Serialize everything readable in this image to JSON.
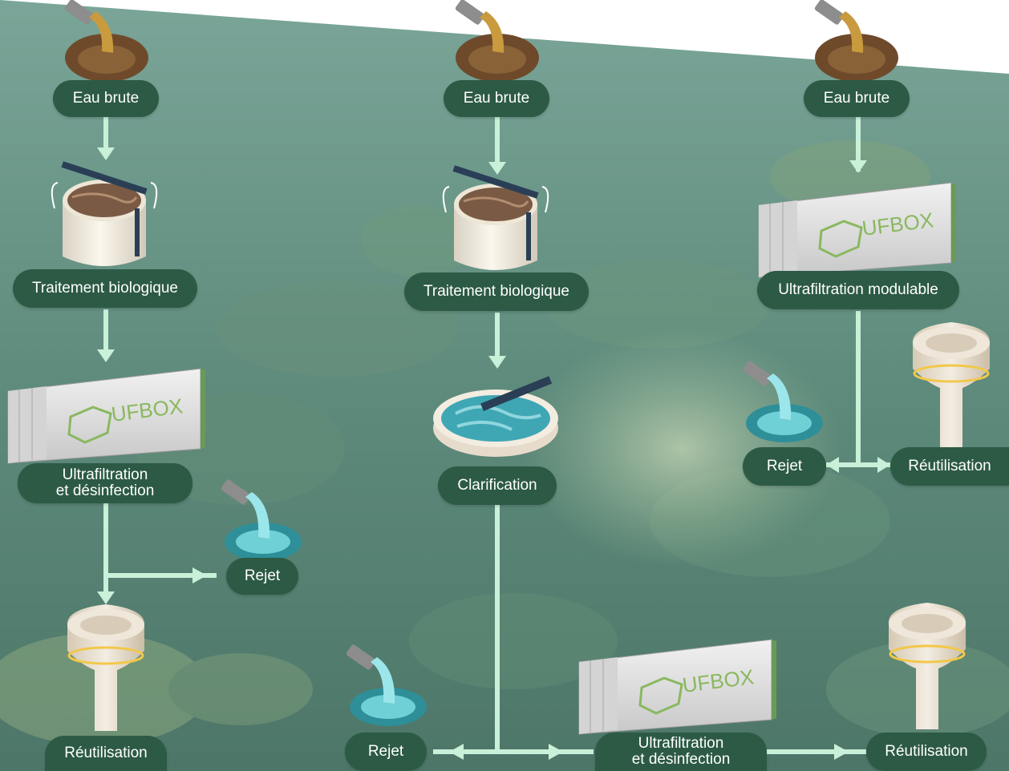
{
  "colors": {
    "pill": "#2c5a45",
    "pill_text": "#ffffff",
    "arrow": "#c9f0d8",
    "background_water": "#5f8e7f"
  },
  "chains": {
    "left": {
      "source": "Eau brute",
      "step1": "Traitement biologique",
      "step2_line1": "Ultrafiltration",
      "step2_line2": "et désinfection",
      "discharge": "Rejet",
      "reuse": "Réutilisation"
    },
    "middle": {
      "source": "Eau brute",
      "step1": "Traitement biologique",
      "step2": "Clarification",
      "discharge": "Rejet",
      "step3_line1": "Ultrafiltration",
      "step3_line2": "et désinfection",
      "reuse": "Réutilisation"
    },
    "right": {
      "source": "Eau brute",
      "step1": "Ultrafiltration modulable",
      "discharge": "Rejet",
      "reuse": "Réutilisation"
    }
  },
  "container_brand": {
    "prefix": "UF",
    "suffix": "BOX"
  }
}
